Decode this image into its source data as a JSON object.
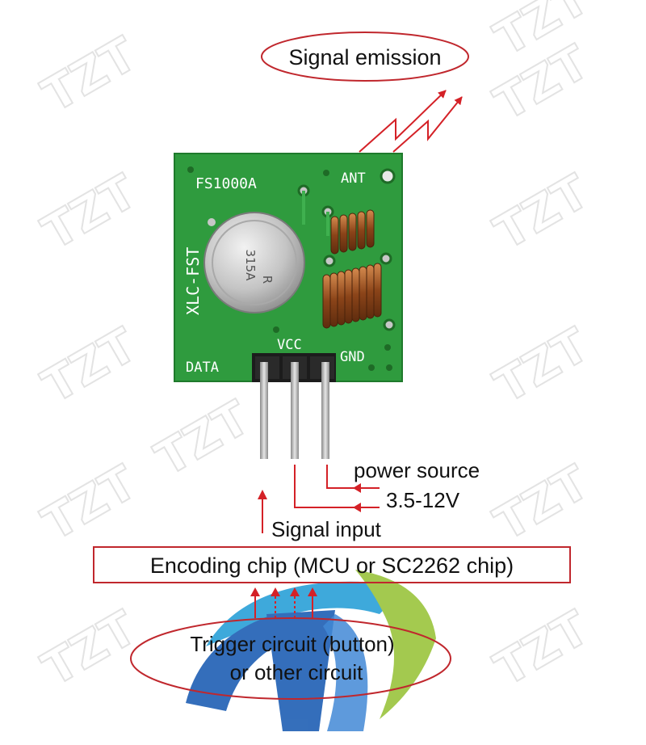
{
  "watermark": {
    "text": "TZT",
    "color": "#e3e3e3"
  },
  "labels": {
    "signal_emission": "Signal emission",
    "power_source": "power source",
    "voltage": "3.5-12V",
    "signal_input": "Signal input",
    "encoding_chip": "Encoding chip (MCU or SC2262 chip)",
    "trigger_line1": "Trigger circuit (button)",
    "trigger_line2": "or other circuit"
  },
  "module": {
    "model": "FS1000A",
    "brand": "XLC-FST",
    "crystal_marking_1": "R",
    "crystal_marking_2": "315A",
    "pins": {
      "ant": "ANT",
      "vcc": "VCC",
      "data": "DATA",
      "gnd": "GND"
    }
  },
  "colors": {
    "pcb": "#2f9b3e",
    "outline_red": "#c0272d",
    "arrow_red": "#d42127",
    "coil_copper": "#a35a2a",
    "crystal": "#c9c9c9",
    "logo_blue": "#1f5fb4",
    "logo_green": "#9ac43c",
    "logo_cyan": "#2aa0d8"
  }
}
